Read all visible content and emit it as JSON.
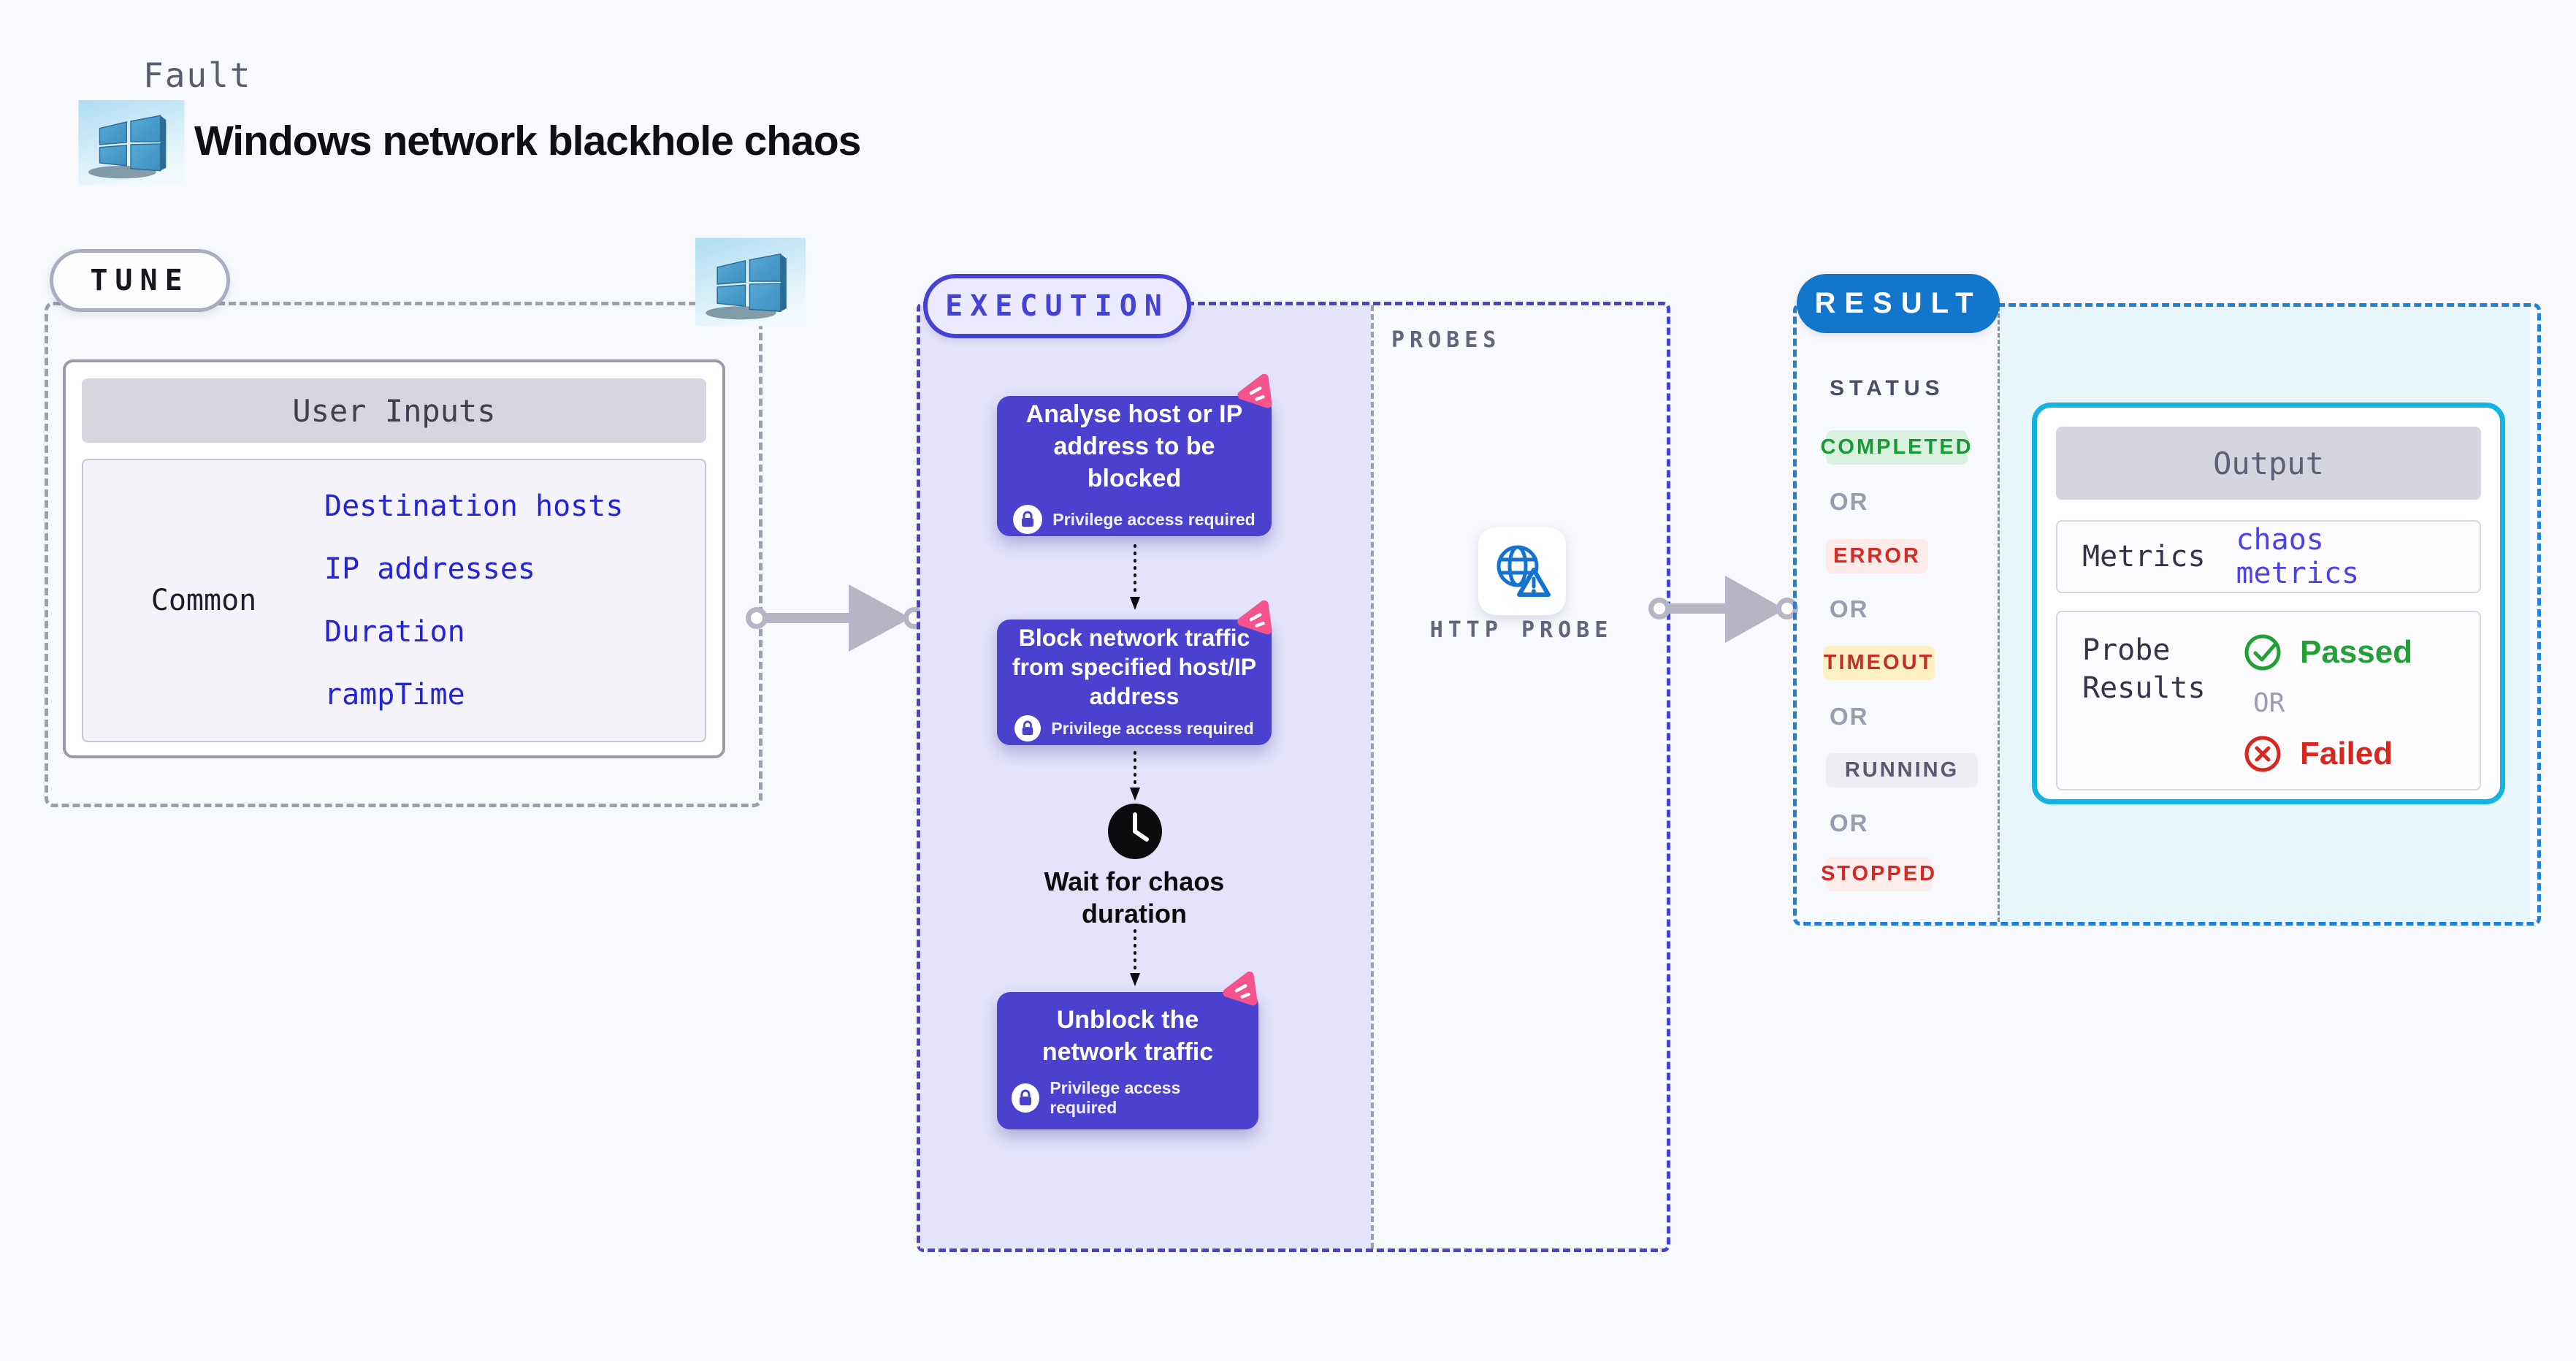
{
  "header": {
    "kicker": "Fault",
    "title": "Windows network blackhole chaos"
  },
  "tune": {
    "label": "TUNE",
    "table": {
      "header": "User Inputs",
      "row_label": "Common",
      "links": [
        "Destination hosts",
        "IP addresses",
        "Duration",
        "rampTime"
      ]
    }
  },
  "execution": {
    "label": "EXECUTION",
    "steps": [
      {
        "title": "Analyse host or IP address to be blocked",
        "note": "Privilege access required"
      },
      {
        "title": "Block network traffic from specified host/IP address",
        "note": "Privilege access required"
      },
      {
        "title": "Wait for chaos duration"
      },
      {
        "title": "Unblock the network traffic",
        "note": "Privilege access required"
      }
    ]
  },
  "probes": {
    "label": "PROBES",
    "probe_label": "HTTP PROBE"
  },
  "result": {
    "label": "RESULT",
    "status_heading": "STATUS",
    "or": "OR",
    "statuses": [
      {
        "label": "COMPLETED",
        "fg": "#179a31",
        "bg": "#d9f2df"
      },
      {
        "label": "ERROR",
        "fg": "#d32a23",
        "bg": "#fcebe9"
      },
      {
        "label": "TIMEOUT",
        "fg": "#c62e25",
        "bg": "#fdf1c4"
      },
      {
        "label": "RUNNING",
        "fg": "#595972",
        "bg": "#ededf3"
      },
      {
        "label": "STOPPED",
        "fg": "#d32a23",
        "bg": "#fdedec"
      }
    ],
    "output": {
      "header": "Output",
      "metrics_label": "Metrics",
      "metrics_link": "chaos metrics",
      "probe_results_label": "Probe Results",
      "passed": "Passed",
      "failed": "Failed"
    }
  },
  "icons": {
    "windows_logo": "windows-3d-logo",
    "chaos_logo": "litmus-pink-triangle",
    "lock": "lock-in-circle",
    "clock": "black-clock",
    "http_probe": "globe-with-alert-triangle",
    "passed": "green-check-circle",
    "failed": "red-x-circle"
  },
  "colors": {
    "page_bg": "#f8f9fd",
    "card_indigo": "#4a42cf",
    "execution_accent": "#4543d6",
    "execution_fill": "#e4e3fa",
    "tune_border": "#9aa0ac",
    "result_accent": "#1276cc",
    "result_dashed": "#2180d8",
    "output_border": "#16b3e0",
    "result_fill": "#e7f6fb",
    "link_blue": "#2424d6",
    "chaos_pink": "#f4538c",
    "connector_gray": "#b5b5c5",
    "passed_green": "#21a038",
    "failed_red": "#d6281f"
  }
}
